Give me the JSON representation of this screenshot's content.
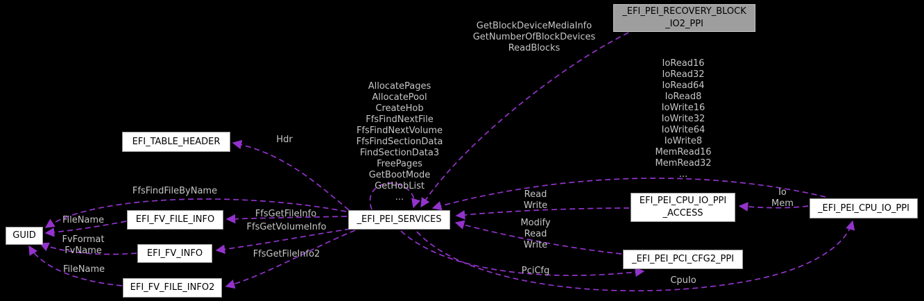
{
  "diagram": {
    "type": "doxygen-collaboration-graph",
    "highlighted_node": "_EFI_PEI_RECOVERY_BLOCK_IO2_PPI"
  },
  "colors": {
    "background": "#000000",
    "edge": "#9333cc",
    "edge_label_text": "#c6c6c6",
    "node_fill": "#ffffff",
    "node_border": "#9d9d9d",
    "node_text": "#000000",
    "highlighted_node_fill": "#9e9e9e"
  },
  "nodes": {
    "recovery_block_io2_ppi": {
      "label": "_EFI_PEI_RECOVERY_BLOCK\n_IO2_PPI"
    },
    "efi_table_header": {
      "label": "EFI_TABLE_HEADER"
    },
    "guid": {
      "label": "GUID"
    },
    "efi_fv_file_info": {
      "label": "EFI_FV_FILE_INFO"
    },
    "efi_fv_info": {
      "label": "EFI_FV_INFO"
    },
    "efi_fv_file_info2": {
      "label": "EFI_FV_FILE_INFO2"
    },
    "efi_pei_services": {
      "label": "_EFI_PEI_SERVICES"
    },
    "cpu_io_ppi_access": {
      "label": "EFI_PEI_CPU_IO_PPI\n_ACCESS"
    },
    "cpu_io_ppi": {
      "label": "_EFI_PEI_CPU_IO_PPI"
    },
    "pci_cfg2_ppi": {
      "label": "_EFI_PEI_PCI_CFG2_PPI"
    }
  },
  "edge_labels": {
    "recovery_members": "GetBlockDeviceMediaInfo\nGetNumberOfBlockDevices\nReadBlocks",
    "cpu_io_members": "IoRead16\nIoRead32\nIoRead64\nIoRead8\nIoWrite16\nIoWrite32\nIoWrite64\nIoWrite8\nMemRead16\nMemRead32\n...",
    "services_self_members": "AllocatePages\nAllocatePool\nCreateHob\nFfsFindNextFile\nFfsFindNextVolume\nFfsFindSectionData\nFindSectionData3\nFreePages\nGetBootMode\nGetHobList\n...",
    "hdr": "Hdr",
    "ffs_find_file_by_name": "FfsFindFileByName",
    "file_name_fv_file_info": "FileName",
    "fv_format_fv_name": "FvFormat\nFvName",
    "file_name_fv_file_info2": "FileName",
    "ffs_get_file_info": "FfsGetFileInfo",
    "ffs_get_volume_info": "FfsGetVolumeInfo",
    "ffs_get_file_info2": "FfsGetFileInfo2",
    "read_write": "Read\nWrite",
    "modify_read_write": "Modify\nRead\nWrite",
    "pci_cfg": "PciCfg",
    "cpu_io": "CpuIo",
    "io_mem": "Io\nMem"
  }
}
